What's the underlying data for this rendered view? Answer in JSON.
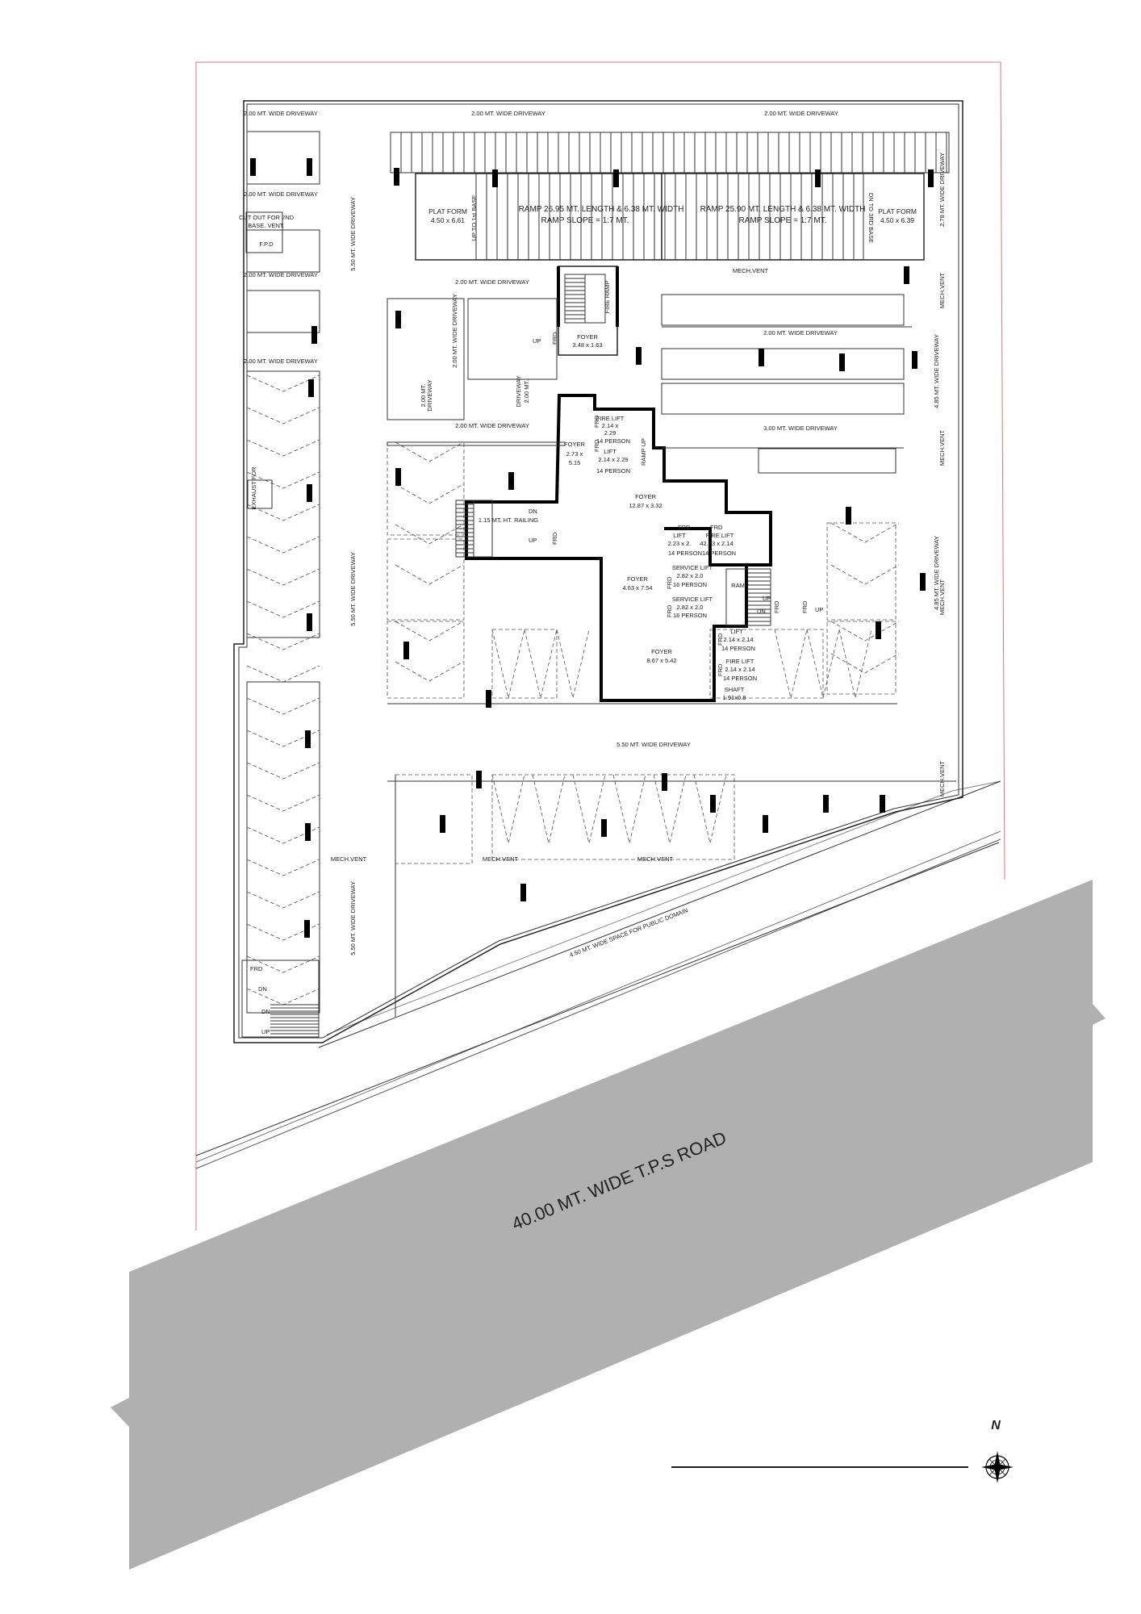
{
  "plan": {
    "road": {
      "label": "40.00 MT. WIDE T.P.S ROAD",
      "color": "#b0b0b0"
    },
    "public_domain": {
      "label": "4.50 MT. WIDE SPACE FOR PUBLIC DOMAIN"
    },
    "north": {
      "label": "N"
    },
    "driveways": {
      "top_left": "2.00 MT. WIDE DRIVEWAY",
      "top_center": "2.00 MT. WIDE DRIVEWAY",
      "top_right": "2.00 MT. WIDE DRIVEWAY",
      "left_1": "2.00 MT. WIDE DRIVEWAY",
      "left_2": "2.00 MT. WIDE DRIVEWAY",
      "left_3": "2.00 MT. WIDE DRIVEWAY",
      "left_vertical_top": "5.50 MT. WIDE DRIVEWAY",
      "left_vertical_mid": "5.50 MT. WIDE DRIVEWAY",
      "left_vertical_bottom": "5.50 MT. WIDE DRIVEWAY",
      "center_upper": "2.00 MT. WIDE DRIVEWAY",
      "center_vertical": "2.00 MT. WIDE DRIVEWAY",
      "center_lower": "2.00 MT. WIDE DRIVEWAY",
      "right_mid": "2.00 MT. WIDE DRIVEWAY",
      "right_lower": "3.00 MT. WIDE DRIVEWAY",
      "right_vertical_top": "2.78 MT. WIDE DRIVEWAY",
      "right_vertical_mid": "4.85 MT. WIDE DRIVEWAY",
      "right_vertical_low": "4.85 MT. WIDE DRIVEWAY",
      "bottom_wide": "5.50 MT. WIDE DRIVEWAY",
      "small_a": "DRIVEWAY",
      "small_b": "2.00 MT.",
      "small_c": "DRIVEWAY",
      "small_d": "2.00 MT."
    },
    "ramps": {
      "ramp_left_title": "RAMP 26.95 MT. LENGTH & 6.38 MT. WIDTH",
      "ramp_left_slope": "RAMP SLOPE = 1:7 MT.",
      "ramp_right_title": "RAMP 25.90 MT. LENGTH & 6.38 MT. WIDTH",
      "ramp_right_slope": "RAMP SLOPE = 1:7 MT.",
      "platform_left": "PLAT FORM",
      "platform_left_size": "4.50 x 6.61",
      "platform_right": "PLAT FORM",
      "platform_right_size": "4.50 x 6.39",
      "up_base": "UP TO 1st BASE",
      "dn_base": "DN TO 3RD BASE"
    },
    "rooms": {
      "foyer_1": "FOYER",
      "foyer_1_size": "3.48 x 1.63",
      "foyer_2": "FOYER",
      "foyer_2_size_a": "2.73 x",
      "foyer_2_size_b": "5.15",
      "foyer_3": "FOYER",
      "foyer_3_size": "12.87 x 3.32",
      "foyer_4": "FOYER",
      "foyer_4_size": "4.63 x 7.54",
      "foyer_5": "FOYER",
      "foyer_5_size": "8.67 x 5.42",
      "fire_lift_1": "FIRE LIFT",
      "fire_lift_1_size_a": "2.14 x",
      "fire_lift_1_size_b": "2.29",
      "fire_lift_1_cap": "14 PERSON",
      "lift_1": "LIFT",
      "lift_1_size": "2.14 x 2.29",
      "lift_1_cap": "14 PERSON",
      "lift_2": "LIFT",
      "lift_2_size": "2.23 x 2.",
      "fire_lift_2": "FIRE LIFT",
      "fire_lift_2_size": "42.23 x 2.14",
      "lift_pair_cap": "14 PERSON14 PERSON",
      "service_lift_1": "SERVICE LIFT",
      "service_lift_1_size": "2.82 x 2.0",
      "service_lift_1_cap": "16 PERSON",
      "service_lift_2": "SERVICE LIFT",
      "service_lift_2_size": "2.82 x 2.0",
      "service_lift_2_cap": "16 PERSON",
      "lift_3": "LIFT",
      "lift_3_size": "2.14 x 2.14",
      "lift_3_cap": "14 PERSON",
      "fire_lift_3": "FIRE LIFT",
      "fire_lift_3_size": "2.14 x 2.14",
      "fire_lift_3_cap": "14 PERSON",
      "shaft": "SHAFT",
      "shaft_size": "1.91x0.8",
      "railing": "1.15 MT. HT. RAILING",
      "ramp_up": "RAMP UP",
      "fire_ramp": "FIRE RAMP",
      "ramp_small": "RAMP",
      "cut_out": "CUT OUT FOR 2ND",
      "cut_out_2": "BASE. VENT.",
      "fpd": "F.P.D",
      "exhaust": "EXHAUST FOR"
    },
    "tags": {
      "frd": "FRD",
      "up": "UP",
      "dn": "DN",
      "mech_vent": "MECH.VENT"
    }
  }
}
